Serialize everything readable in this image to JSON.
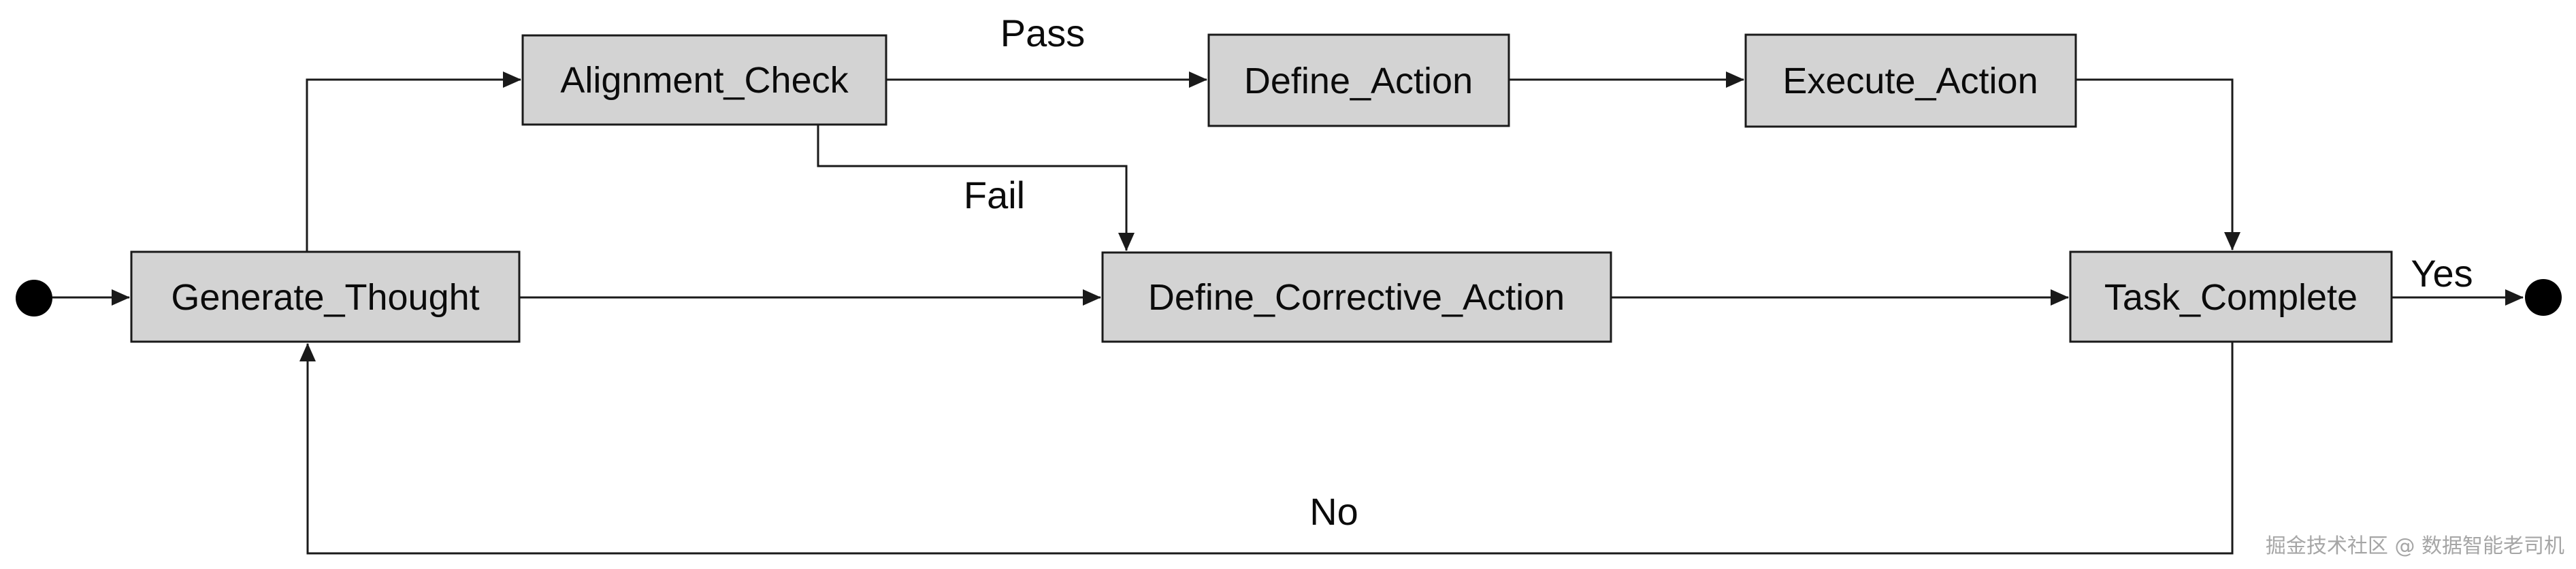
{
  "diagram": {
    "type": "state-flowchart",
    "nodes": [
      {
        "id": "generate_thought",
        "label": "Generate_Thought"
      },
      {
        "id": "alignment_check",
        "label": "Alignment_Check"
      },
      {
        "id": "define_action",
        "label": "Define_Action"
      },
      {
        "id": "execute_action",
        "label": "Execute_Action"
      },
      {
        "id": "define_corrective_action",
        "label": "Define_Corrective_Action"
      },
      {
        "id": "task_complete",
        "label": "Task_Complete"
      }
    ],
    "edges": [
      {
        "from": "start",
        "to": "generate_thought",
        "label": ""
      },
      {
        "from": "generate_thought",
        "to": "alignment_check",
        "label": ""
      },
      {
        "from": "alignment_check",
        "to": "define_action",
        "label": "Pass"
      },
      {
        "from": "define_action",
        "to": "execute_action",
        "label": ""
      },
      {
        "from": "execute_action",
        "to": "task_complete",
        "label": ""
      },
      {
        "from": "alignment_check",
        "to": "define_corrective_action",
        "label": "Fail"
      },
      {
        "from": "generate_thought",
        "to": "define_corrective_action",
        "label": ""
      },
      {
        "from": "define_corrective_action",
        "to": "task_complete",
        "label": ""
      },
      {
        "from": "task_complete",
        "to": "end",
        "label": "Yes"
      },
      {
        "from": "task_complete",
        "to": "generate_thought",
        "label": "No"
      }
    ],
    "colors": {
      "node_fill": "#d3d3d3",
      "node_border": "#1a1a1a",
      "edge": "#1a1a1a",
      "text": "#0b0b0b",
      "watermark": "#a6a6a6"
    }
  },
  "watermark": {
    "text": "掘金技术社区 @ 数据智能老司机"
  }
}
